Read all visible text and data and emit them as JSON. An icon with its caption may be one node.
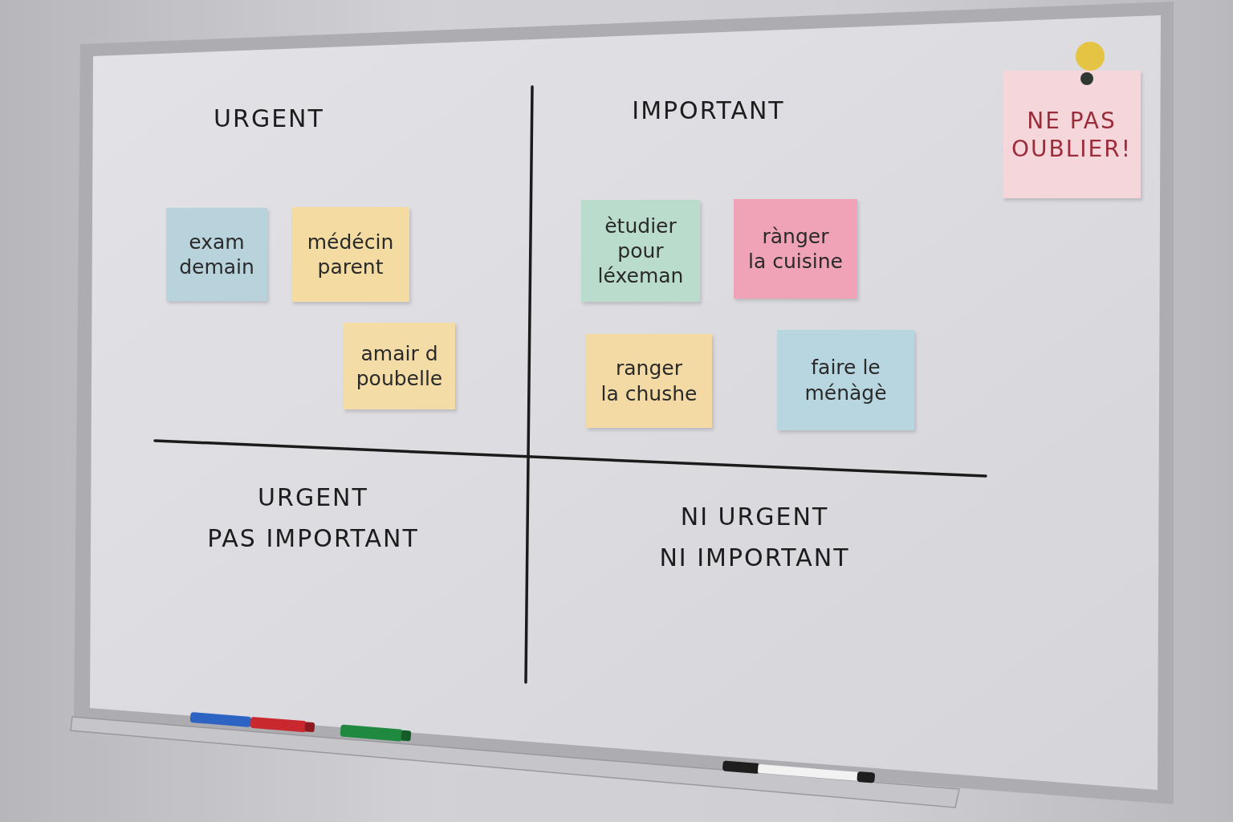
{
  "diagram": {
    "nodes": [
      {
        "text": [
          "exam demain"
        ]
      },
      {
        "text": [
          "médécin parent"
        ]
      },
      {
        "text": [
          "amair d poubelle"
        ]
      },
      {
        "text": [
          "ètudier pour léxeman"
        ]
      },
      {
        "text": [
          "rànger la cuisine"
        ]
      },
      {
        "text": [
          "ranger la chushe"
        ]
      },
      {
        "text": [
          "faire le ménàgè"
        ]
      },
      {
        "text": [
          "NE PAS OUBLIER!"
        ]
      }
    ],
    "labels": [
      "URGENT",
      "IMPORTANT",
      "URGENT PAS IMPORTANT",
      "NI URGENT NI IMPORTANT"
    ]
  }
}
